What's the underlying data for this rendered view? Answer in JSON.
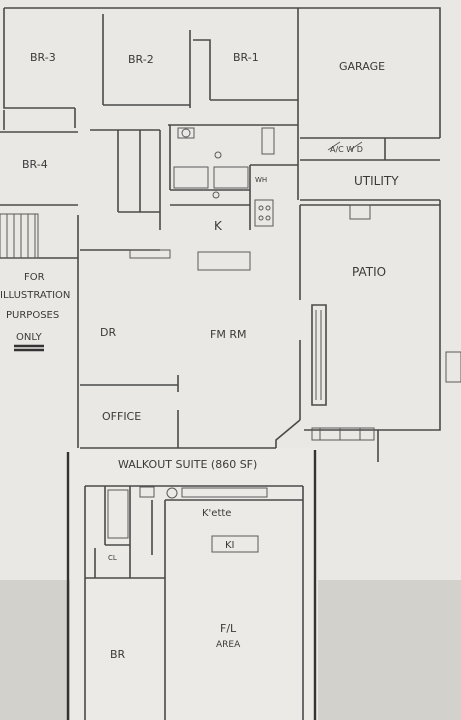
{
  "plan": {
    "rooms": {
      "br3": "BR-3",
      "br2": "BR-2",
      "br1": "BR-1",
      "garage": "GARAGE",
      "br4": "BR-4",
      "utility": "UTILITY",
      "kitchen": "K",
      "patio": "PATIO",
      "dr": "DR",
      "fmrm": "FM RM",
      "office": "OFFICE",
      "br": "BR",
      "kette": "K'ette",
      "fl_area_1": "F/L",
      "fl_area_2": "AREA"
    },
    "fixtures": {
      "wh": "WH",
      "ac_w_d": "A/C  W  D",
      "kitchen_island": "KI",
      "closet": "CL"
    },
    "note": {
      "line1": "FOR",
      "line2": "ILLUSTRATION",
      "line3": "PURPOSES",
      "line4": "ONLY"
    },
    "suite_title": "WALKOUT SUITE (860 SF)"
  },
  "colors": {
    "paper": "#e9e8e4",
    "background": "#d9d7d2",
    "ink": "#4a4a4a"
  }
}
